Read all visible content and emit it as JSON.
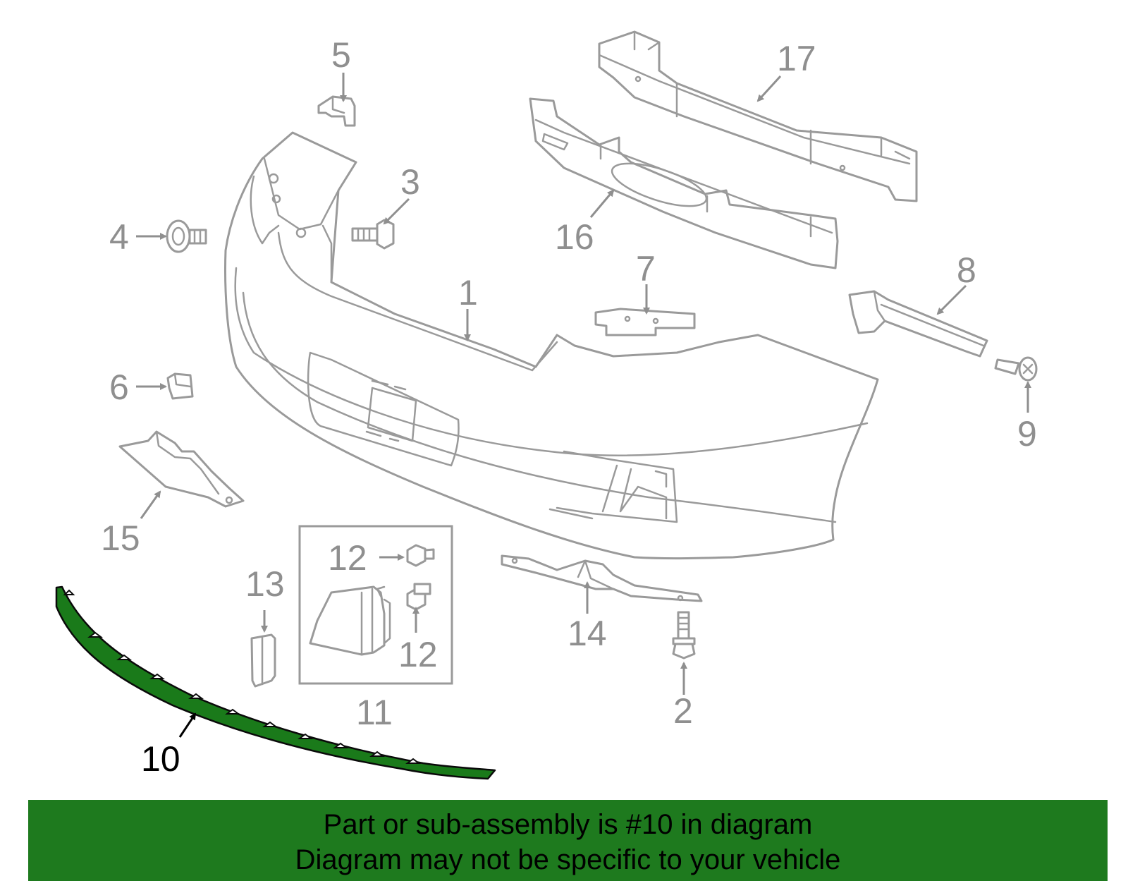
{
  "diagram": {
    "highlight_color": "#1e7a1e",
    "callouts": {
      "c1": "1",
      "c2": "2",
      "c3": "3",
      "c4": "4",
      "c5": "5",
      "c6": "6",
      "c7": "7",
      "c8": "8",
      "c9": "9",
      "c10": "10",
      "c11": "11",
      "c12a": "12",
      "c12b": "12",
      "c13": "13",
      "c14": "14",
      "c15": "15",
      "c16": "16",
      "c17": "17"
    }
  },
  "banner": {
    "line1": "Part or sub-assembly is #10 in diagram",
    "line2": "Diagram may not be specific to your vehicle"
  }
}
